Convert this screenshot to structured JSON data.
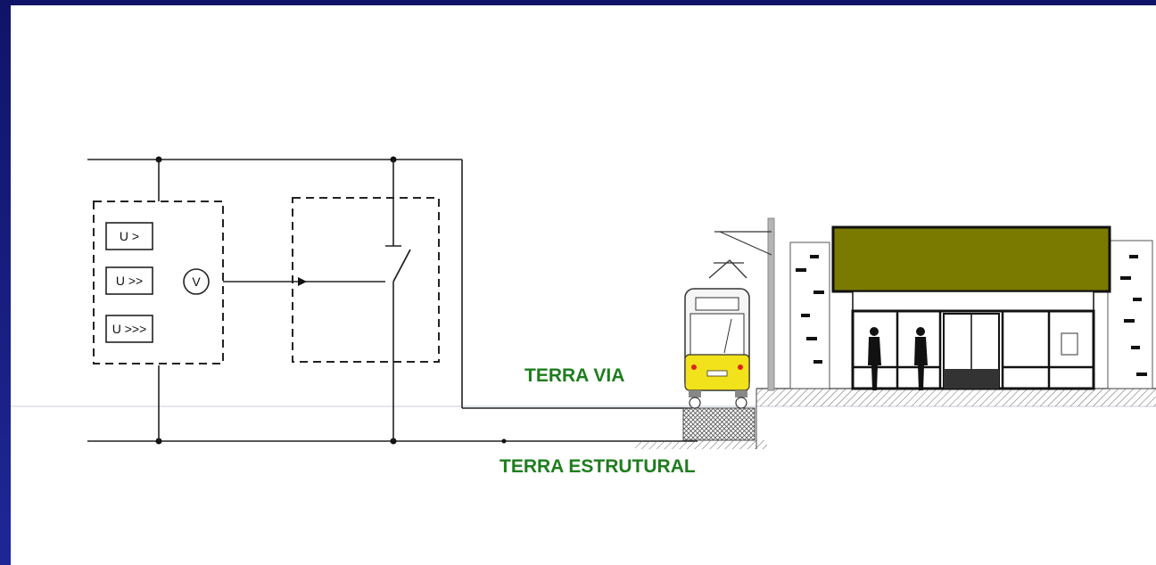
{
  "diagram": {
    "relays": [
      "U >",
      "U >>",
      "U >>>"
    ],
    "voltmeter": "V",
    "labels": {
      "track_ground": "TERRA VIA",
      "structural_ground": "TERRA ESTRUTURAL"
    }
  },
  "colors": {
    "frame": "#1b1f7a",
    "label_green": "#1e7d1e",
    "tram_yellow": "#f2e21b",
    "station_banner": "#7a7a00"
  }
}
